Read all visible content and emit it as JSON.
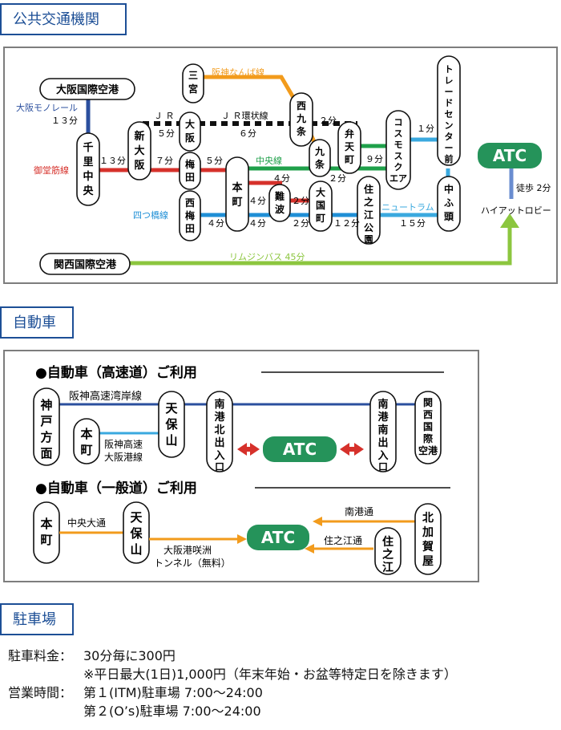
{
  "sections": {
    "transit": "公共交通機関",
    "car": "自動車",
    "parking": "駐車場"
  },
  "transit_map": {
    "stations": [
      {
        "id": "kix_itami",
        "label": "大阪国際空港"
      },
      {
        "id": "senri",
        "label": "千里中央"
      },
      {
        "id": "shinosaka",
        "label": "新大阪"
      },
      {
        "id": "osaka",
        "label": "大阪"
      },
      {
        "id": "umeda",
        "label": "梅田"
      },
      {
        "id": "nishiumeda",
        "label": "西梅田"
      },
      {
        "id": "hommachi",
        "label": "本町"
      },
      {
        "id": "namba",
        "label": "難波"
      },
      {
        "id": "daikokucho",
        "label": "大国町"
      },
      {
        "id": "sannomiya",
        "label": "三宮"
      },
      {
        "id": "nishikujo",
        "label": "西九条"
      },
      {
        "id": "kujo",
        "label": "九条"
      },
      {
        "id": "bentencho",
        "label": "弁天町"
      },
      {
        "id": "suminoe",
        "label": "住之江公園"
      },
      {
        "id": "cosmo",
        "label": "コスモスクエア"
      },
      {
        "id": "tradecenter",
        "label": "トレードセンター前"
      },
      {
        "id": "nakafuto",
        "label": "中ふ頭"
      },
      {
        "id": "kansai",
        "label": "関西国際空港"
      }
    ],
    "lines": [
      {
        "id": "monorail",
        "label": "大阪モノレール",
        "color": "#2b4f9e"
      },
      {
        "id": "midosuji",
        "label": "御堂筋線",
        "color": "#d6312b"
      },
      {
        "id": "yotsubashi",
        "label": "四つ橋線",
        "color": "#1f8fd6"
      },
      {
        "id": "chuo",
        "label": "中央線",
        "color": "#1fa04a"
      },
      {
        "id": "hanshin",
        "label": "阪神なんば線",
        "color": "#f29b1c"
      },
      {
        "id": "newtram",
        "label": "ニュートラム",
        "color": "#3aa9df"
      },
      {
        "id": "limousine",
        "label": "リムジンバス 45分",
        "color": "#8cc63f"
      }
    ],
    "jr": "Ｊ Ｒ",
    "jr_loop": "Ｊ Ｒ環状線",
    "times": {
      "monorail": "１３分",
      "senri_shin": "１３分",
      "shin_ume": "７分",
      "ume_hon": "５分",
      "jr_shin_osaka": "５分",
      "jr_osaka_nishikujo": "６分",
      "jr_nishikujo_benten": "２分",
      "benten_cosmo": "９分",
      "cosmo_trade": "１分",
      "chuo_kujo": "４分",
      "hanshin_kujo": "２分",
      "nishiume_hon": "４分",
      "hon_namba_a": "４分",
      "hon_namba_b": "４分",
      "namba_dai_a": "２分",
      "namba_dai_b": "２分",
      "dai_sumi": "１２分",
      "sumi_naka": "１５分"
    },
    "atc": "ATC",
    "walk": "徒歩 2分",
    "lobby": "ハイアットロビー"
  },
  "car_map": {
    "expressway_title": "●自動車（高速道）ご利用",
    "general_title": "●自動車（一般道）ご利用",
    "kobe": "神戸方面",
    "hommachi": "本町",
    "tenpozan": "天保山",
    "nanko_north": "南港北出入口",
    "nanko_south": "南港南出入口",
    "kix": "関西国際空港",
    "bayshore": "阪神高速湾岸線",
    "osakako_line": "阪神高速\n大阪港線",
    "atc": "ATC",
    "chuo_odori": "中央大通",
    "tunnel": "大阪港咲洲\nトンネル（無料）",
    "nanko_dori": "南港通",
    "suminoe_dori": "住之江通",
    "kitakagaya": "北加賀屋",
    "suminoe": "住之江"
  },
  "parking": {
    "fee_label": "駐車料金：",
    "fee": "30分毎に300円",
    "max": "※平日最大(1日)1,000円（年末年始・お盆等特定日を除きます）",
    "hours_label": "営業時間：",
    "lot1": "第１(ITM)駐車場 7:00～24:00",
    "lot2": "第２(O’s)駐車場 7:00～24:00"
  }
}
